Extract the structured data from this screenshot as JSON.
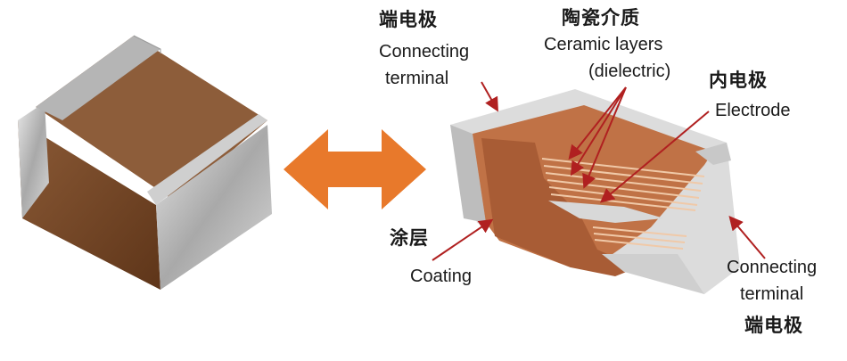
{
  "labels": {
    "terminal_top": {
      "zh": "端电极",
      "en_line1": "Connecting",
      "en_line2": "terminal"
    },
    "ceramic": {
      "zh": "陶瓷介质",
      "en_line1": "Ceramic layers",
      "en_line2": "(dielectric)"
    },
    "electrode": {
      "zh": "内电极",
      "en": "Electrode"
    },
    "coating": {
      "zh": "涂层",
      "en": "Coating"
    },
    "terminal_bottom": {
      "en_line1": "Connecting",
      "en_line2": "terminal",
      "zh": "端电极"
    }
  },
  "colors": {
    "arrow": "#e8792b",
    "body": "#7b4a2a",
    "cut": "#c5794e",
    "terminal": "#c8c8c8",
    "pointer": "#b02020"
  }
}
